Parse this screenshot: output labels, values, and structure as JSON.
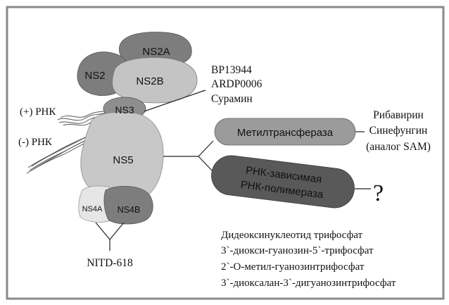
{
  "colors": {
    "border": "#8a8a8a",
    "protein_dark": "#7d7d7d",
    "protein_mid": "#9b9b9b",
    "protein_light": "#c8c8c8",
    "ns4a_light": "#e6e6e6",
    "rdrp_dark": "#595959",
    "line": "#222222"
  },
  "proteins": {
    "ns2a": "NS2A",
    "ns2": "NS2",
    "ns2b": "NS2B",
    "ns3": "NS3",
    "ns5": "NS5",
    "ns4a": "NS4A",
    "ns4b": "NS4B"
  },
  "rna": {
    "plus": "(+) РНК",
    "minus": "(-) РНК"
  },
  "ns3_inhibitors": [
    "BP13944",
    "ARDP0006",
    "Сурамин"
  ],
  "mtase": {
    "label": "Метилтрансфераза",
    "inhibitors": [
      "Рибавирин",
      "Синефунгин",
      "(аналог SAM)"
    ]
  },
  "rdrp": {
    "line1": "РНК-зависимая",
    "line2": "РНК-полимераза",
    "unknown": "?"
  },
  "ns4_inhibitor": "NITD-618",
  "nucleotide_inhibitors": [
    "Дидеоксинуклеотид трифосфат",
    "3`-диокси-гуанозин-5`-трифосфат",
    "2`-О-метил-гуанозинтрифосфат",
    "3`-диоксалан-3`-дигуанозинтрифосфат"
  ]
}
